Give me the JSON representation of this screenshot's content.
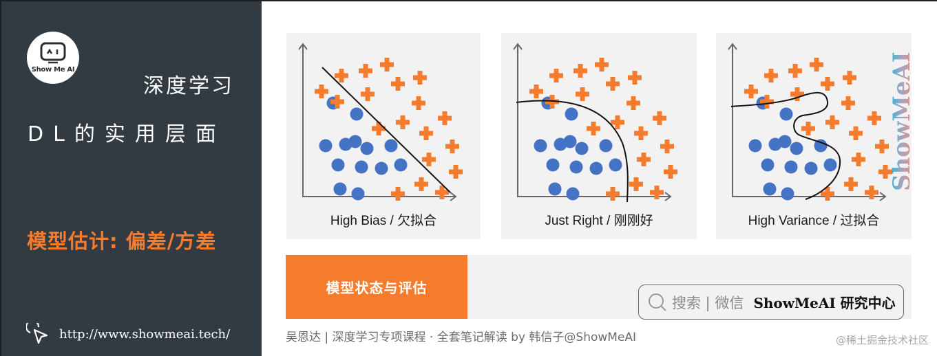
{
  "sidebar": {
    "logo_text": "Show Me AI",
    "title_line1": "深度学习",
    "title_line2": "DL的实用层面",
    "subtitle": "模型估计: 偏差/方差",
    "url": "http://www.showmeai.tech/"
  },
  "panels": [
    {
      "label": "High Bias / 欠拟合",
      "boundary": "line"
    },
    {
      "label": "Just Right / 刚刚好",
      "boundary": "curve"
    },
    {
      "label": "High Variance / 过拟合",
      "boundary": "squiggle"
    }
  ],
  "colors": {
    "sidebar_bg": "#323a42",
    "accent_orange": "#f57c2d",
    "circle_blue": "#4472c4",
    "panel_bg": "#f2f2f2"
  },
  "tab_bar": {
    "active_tab": "模型状态与评估"
  },
  "search_box": {
    "hint": "搜索 | 微信",
    "brand": "ShowMeAI 研究中心"
  },
  "footer": {
    "credit": "吴恩达 | 深度学习专项课程 · 全套笔记解读  by 韩信子@ShowMeAI",
    "source": "@稀土掘金技术社区"
  },
  "watermark": "ShowMeAI",
  "chart_data": {
    "type": "scatter",
    "title": "Bias vs Variance decision boundaries",
    "xlabel": "",
    "ylabel": "",
    "series": [
      {
        "name": "circle (class o)",
        "points": [
          [
            68,
            92
          ],
          [
            102,
            108
          ],
          [
            100,
            148
          ],
          [
            57,
            154
          ],
          [
            86,
            152
          ],
          [
            117,
            158
          ],
          [
            152,
            154
          ],
          [
            75,
            182
          ],
          [
            109,
            185
          ],
          [
            138,
            187
          ],
          [
            166,
            182
          ],
          [
            78,
            217
          ],
          [
            104,
            224
          ]
        ]
      },
      {
        "name": "cross (class +)",
        "points": [
          [
            51,
            75
          ],
          [
            80,
            52
          ],
          [
            115,
            45
          ],
          [
            146,
            36
          ],
          [
            74,
            90
          ],
          [
            194,
            55
          ],
          [
            162,
            64
          ],
          [
            118,
            79
          ],
          [
            192,
            92
          ],
          [
            230,
            114
          ],
          [
            169,
            120
          ],
          [
            203,
            136
          ],
          [
            134,
            129
          ],
          [
            241,
            155
          ],
          [
            207,
            174
          ],
          [
            246,
            192
          ],
          [
            196,
            210
          ],
          [
            226,
            222
          ],
          [
            162,
            224
          ]
        ]
      }
    ],
    "panels": [
      "High Bias / 欠拟合",
      "Just Right / 刚刚好",
      "High Variance / 过拟合"
    ]
  }
}
